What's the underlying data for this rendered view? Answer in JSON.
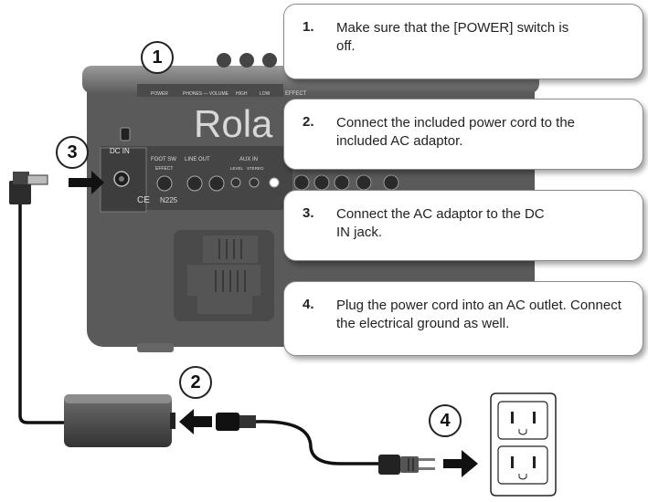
{
  "steps": [
    {
      "number": "1.",
      "text": "Make sure that the [POWER] switch is off."
    },
    {
      "number": "2.",
      "text": "Connect the included power cord to the included AC adaptor."
    },
    {
      "number": "3.",
      "text": "Connect the AC adaptor to the DC IN jack."
    },
    {
      "number": "4.",
      "text": "Plug the power cord into an AC outlet. Connect the electrical ground as well."
    }
  ],
  "markers": [
    "1",
    "2",
    "3",
    "4"
  ],
  "amp_panel": {
    "brand": "Rola",
    "dc_in_label": "DC IN",
    "foot_sw_label": "FOOT SW",
    "effect_label": "EFFECT",
    "line_out_label": "LINE OUT",
    "aux_in_label": "AUX IN",
    "level_label": "LEVEL",
    "stereo_label": "STEREO",
    "power_label": "POWER",
    "phones_volume_label": "PHONES — VOLUME",
    "high_label": "HIGH",
    "low_label": "LOW",
    "effect_tab_label": "EFFECT",
    "ce_mark": "CE",
    "cert_code": "N225"
  },
  "outlet_symbol": "⏚"
}
